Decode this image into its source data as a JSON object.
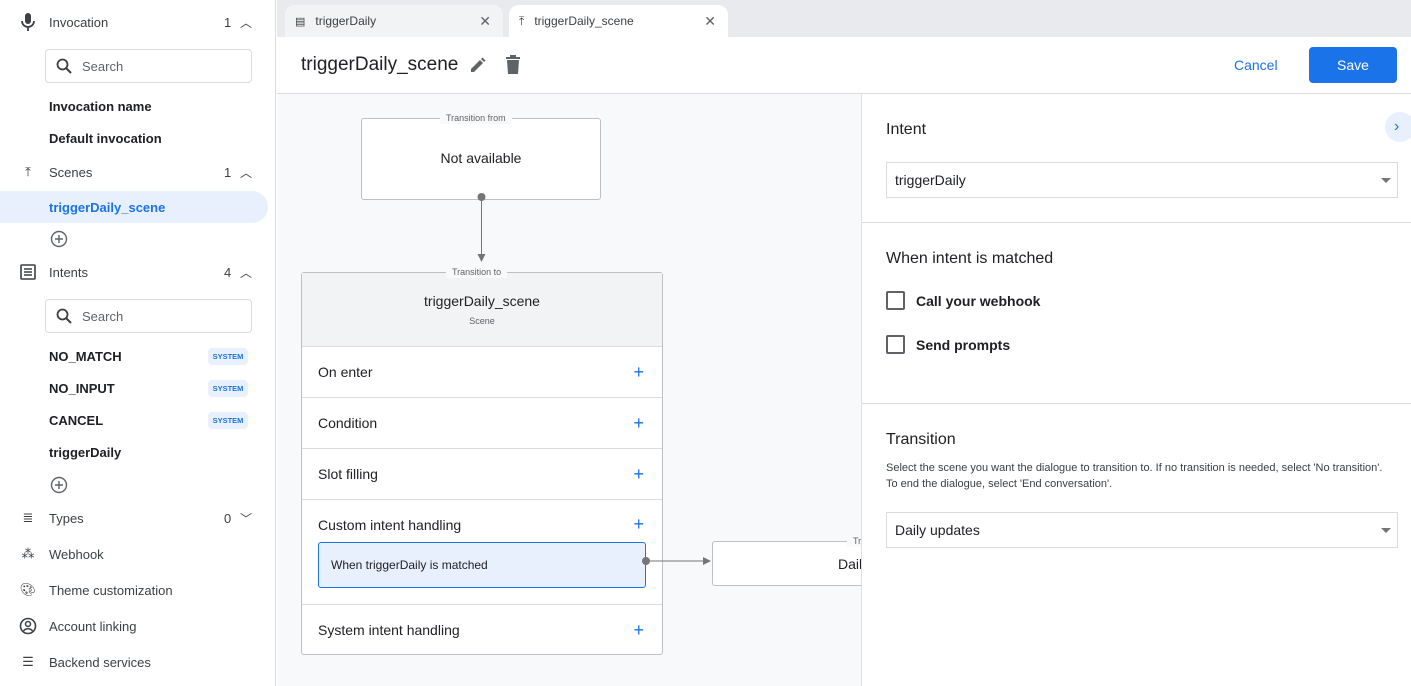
{
  "sidebar": {
    "invocation": {
      "label": "Invocation",
      "count": "1",
      "search_placeholder": "Search",
      "items": [
        "Invocation name",
        "Default invocation"
      ]
    },
    "scenes": {
      "label": "Scenes",
      "count": "1",
      "items": [
        "triggerDaily_scene"
      ]
    },
    "intents": {
      "label": "Intents",
      "count": "4",
      "search_placeholder": "Search",
      "items": [
        {
          "label": "NO_MATCH",
          "badge": "SYSTEM"
        },
        {
          "label": "NO_INPUT",
          "badge": "SYSTEM"
        },
        {
          "label": "CANCEL",
          "badge": "SYSTEM"
        },
        {
          "label": "triggerDaily"
        }
      ]
    },
    "types": {
      "label": "Types",
      "count": "0"
    },
    "webhook": "Webhook",
    "theme": "Theme customization",
    "account": "Account linking",
    "backend": "Backend services"
  },
  "tabs": [
    {
      "label": "triggerDaily",
      "icon": "intent-icon"
    },
    {
      "label": "triggerDaily_scene",
      "icon": "scene-icon",
      "active": true
    }
  ],
  "header": {
    "title": "triggerDaily_scene",
    "cancel": "Cancel",
    "save": "Save"
  },
  "canvas": {
    "from": {
      "legend": "Transition from",
      "text": "Not available"
    },
    "scene": {
      "legend": "Transition to",
      "title": "triggerDaily_scene",
      "subtitle": "Scene",
      "rows": [
        "On enter",
        "Condition",
        "Slot filling",
        "Custom intent handling",
        "System intent handling"
      ],
      "handler": "When triggerDaily is matched"
    },
    "target": {
      "legend": "Transition to",
      "text": "Daily updates"
    }
  },
  "panel": {
    "intent_title": "Intent",
    "intent_value": "triggerDaily",
    "matched_title": "When intent is matched",
    "webhook": "Call your webhook",
    "prompts": "Send prompts",
    "transition_title": "Transition",
    "transition_desc": "Select the scene you want the dialogue to transition to. If no transition is needed, select 'No transition'. To end the dialogue, select 'End conversation'.",
    "transition_value": "Daily updates"
  },
  "colors": {
    "accent": "#1a73e8",
    "selected_bg": "#e8f0fe"
  }
}
